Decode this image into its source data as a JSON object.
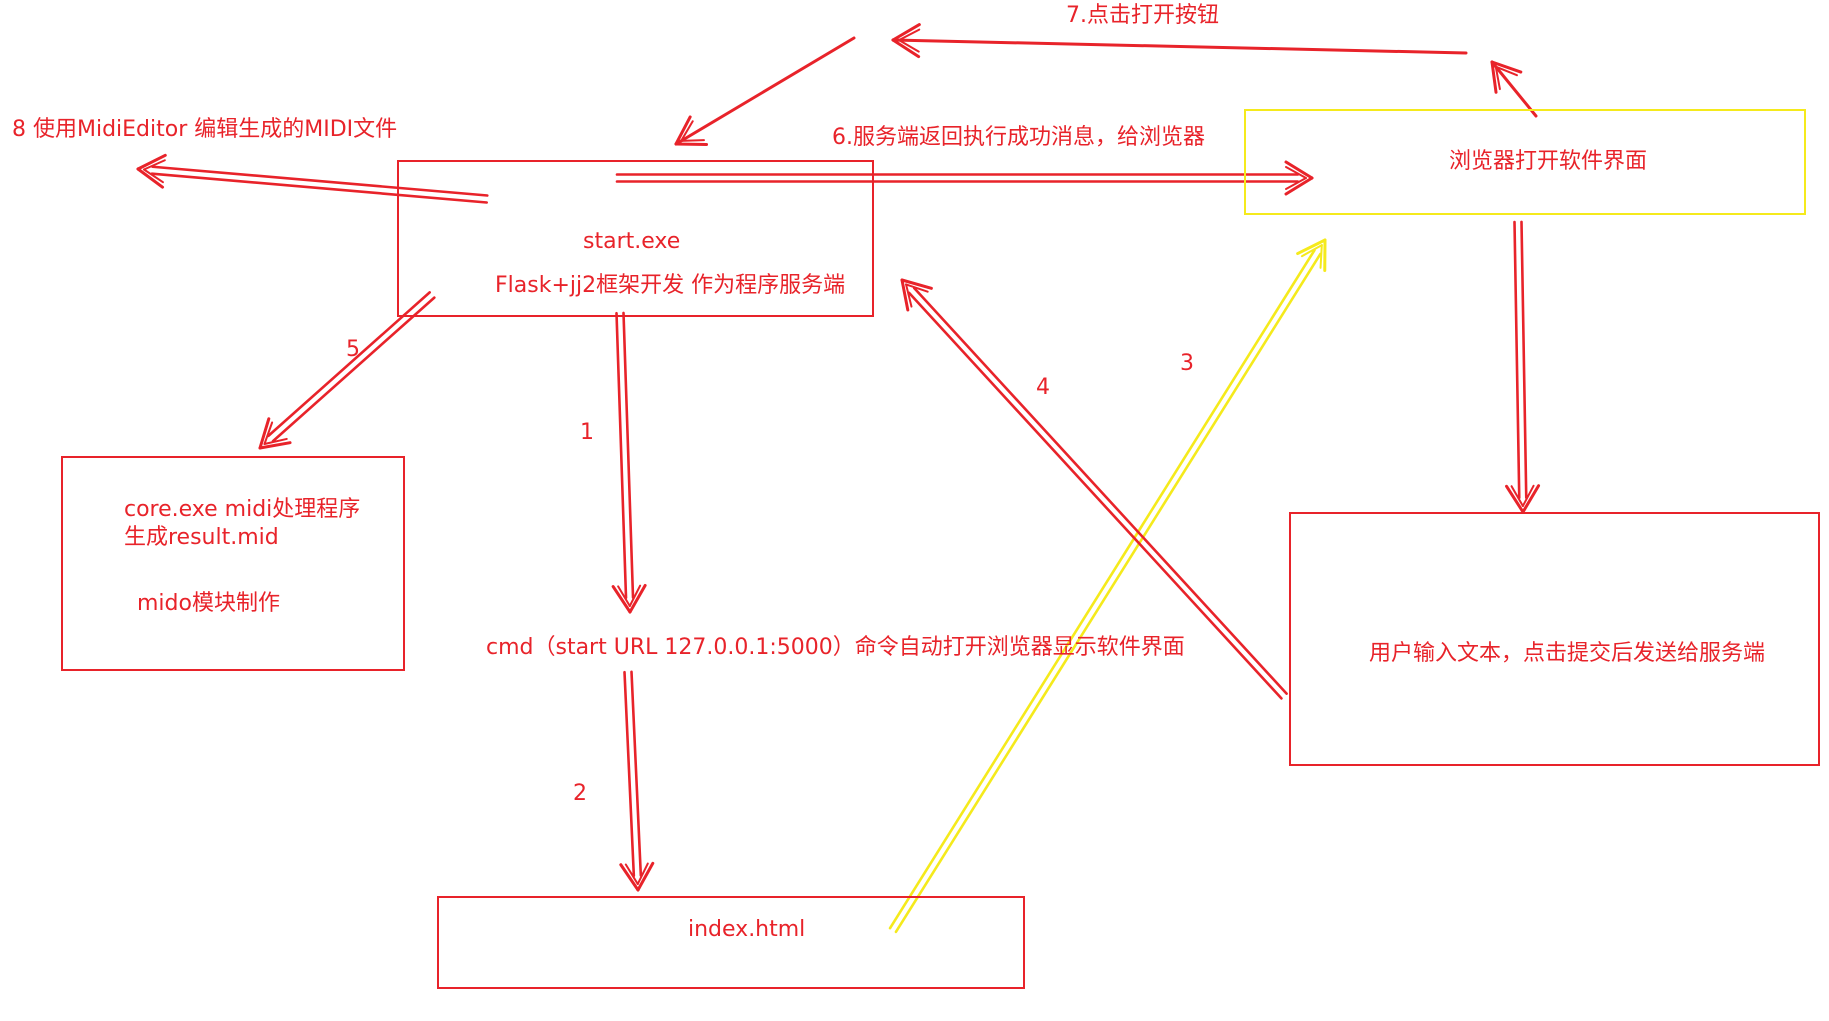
{
  "colors": {
    "red": "#e8232a",
    "yellow": "#f5ea1c"
  },
  "nodes": {
    "server_box": {
      "line1": "start.exe",
      "line2": "Flask+jj2框架开发 作为程序服务端"
    },
    "core_box": {
      "line1": "core.exe midi处理程序",
      "line2": "生成result.mid",
      "line3": "mido模块制作"
    },
    "cmd_text": "cmd（start URL 127.0.0.1:5000）命令自动打开浏览器显示软件界面",
    "index_box": "index.html",
    "browser_box": "浏览器打开软件界面",
    "user_box": "用户输入文本，点击提交后发送给服务端"
  },
  "steps": {
    "s1": "1",
    "s2": "2",
    "s3": "3",
    "s4": "4",
    "s5": "5",
    "s6": "6.服务端返回执行成功消息，给浏览器",
    "s7": "7.点击打开按钮",
    "s8": "8 使用MidiEditor 编辑生成的MIDI文件"
  }
}
